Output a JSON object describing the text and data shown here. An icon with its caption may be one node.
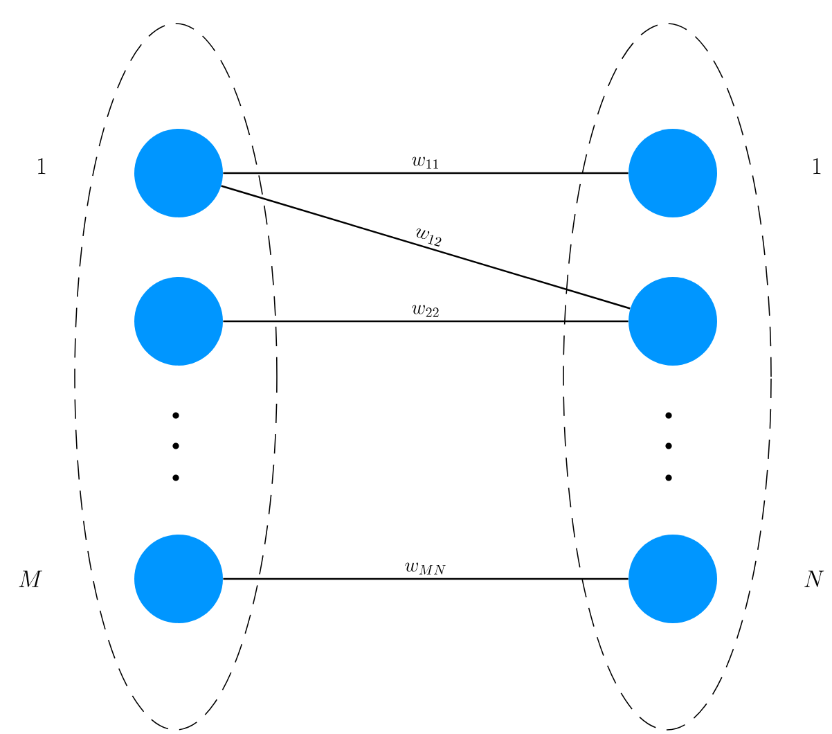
{
  "diagram": {
    "nodes": [
      {
        "text": [],
        "shape": "ellipse"
      },
      {
        "text": [],
        "shape": "circle",
        "in": 0
      },
      {
        "text": [],
        "shape": "circle",
        "in": 0
      },
      {
        "text": [],
        "shape": "circle",
        "in": 0
      },
      {
        "text": [],
        "shape": "ellipse"
      },
      {
        "text": [],
        "shape": "circle",
        "in": 4
      },
      {
        "text": [],
        "shape": "circle",
        "in": 4
      },
      {
        "text": [],
        "shape": "circle",
        "in": 4
      }
    ],
    "edges": [
      {
        "from": 1,
        "to": 5,
        "arrow": "none",
        "label": "w_{11}"
      },
      {
        "from": 1,
        "to": 6,
        "arrow": "none",
        "label": "w_{12}"
      },
      {
        "from": 2,
        "to": 6,
        "arrow": "none",
        "label": "w_{22}"
      },
      {
        "from": 3,
        "to": 7,
        "arrow": "none",
        "label": "w_{MN}"
      }
    ],
    "labels": [
      "1",
      "1",
      "M",
      "N"
    ]
  }
}
